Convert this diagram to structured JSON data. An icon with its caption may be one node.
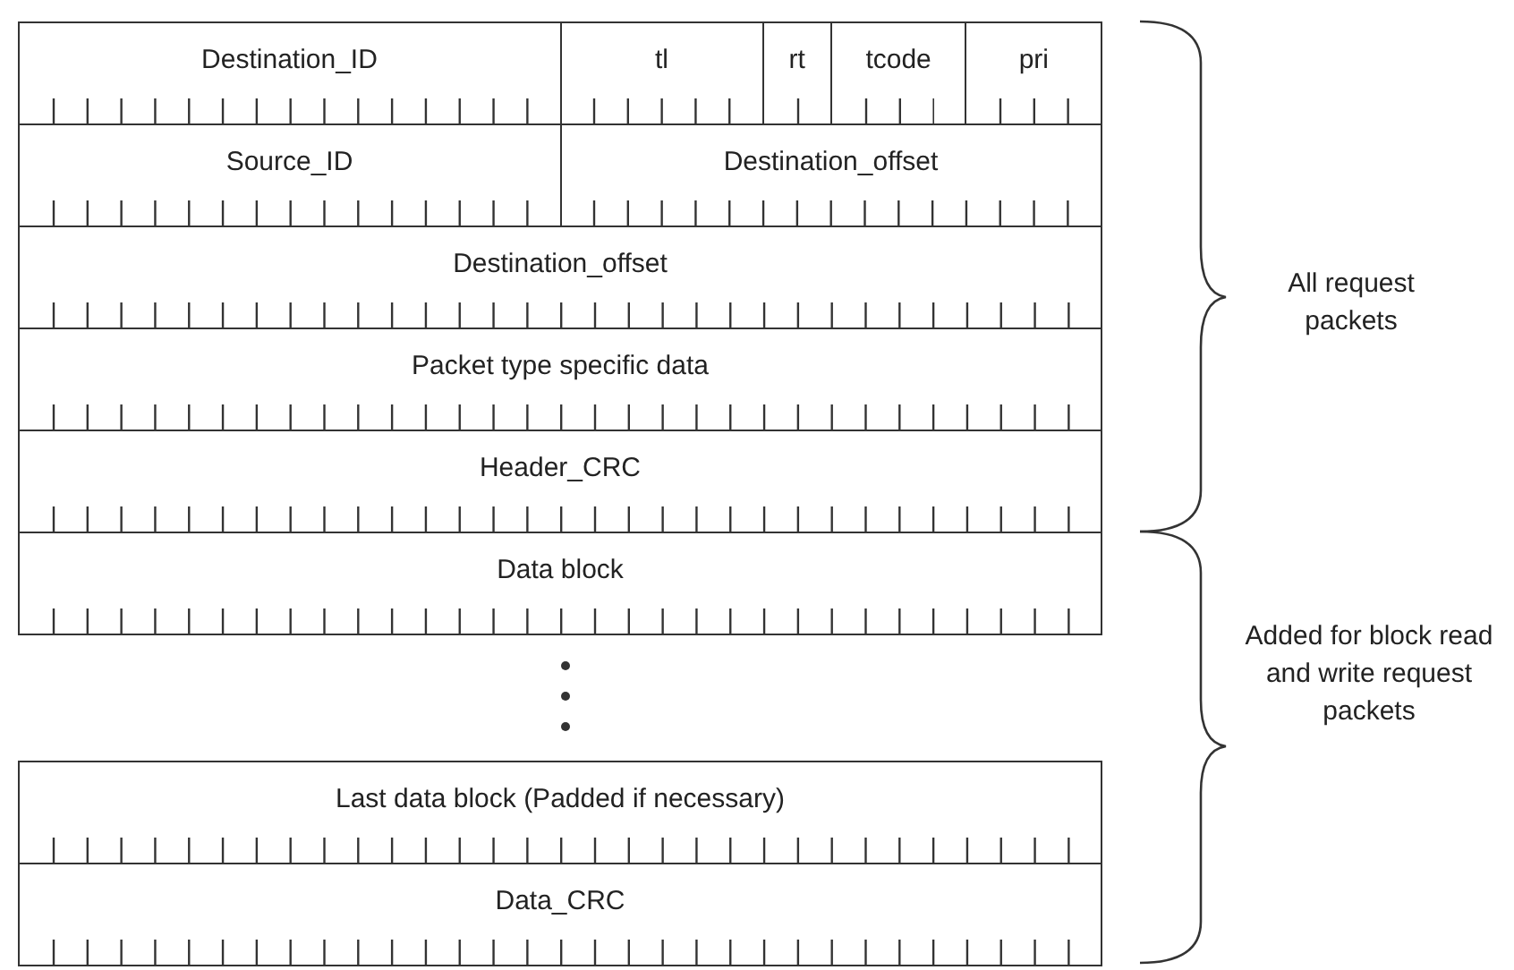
{
  "diagram": {
    "nodes": [
      {
        "text": [
          "Destination_ID"
        ]
      },
      {
        "text": [
          "tl"
        ]
      },
      {
        "text": [
          "rt"
        ]
      },
      {
        "text": [
          "tcode"
        ]
      },
      {
        "text": [
          "pri"
        ]
      },
      {
        "text": [
          "Source_ID"
        ]
      },
      {
        "text": [
          "Destination_offset"
        ]
      },
      {
        "text": [
          "Destination_offset"
        ]
      },
      {
        "text": [
          "Packet type specific data"
        ]
      },
      {
        "text": [
          "Header_CRC"
        ]
      },
      {
        "text": [
          "Data block"
        ]
      },
      {
        "text": [
          "Last data block (Padded if necessary)"
        ]
      },
      {
        "text": [
          "Data_CRC"
        ]
      }
    ],
    "labels": [
      "All request packets",
      "Added for block read and write request packets"
    ]
  }
}
